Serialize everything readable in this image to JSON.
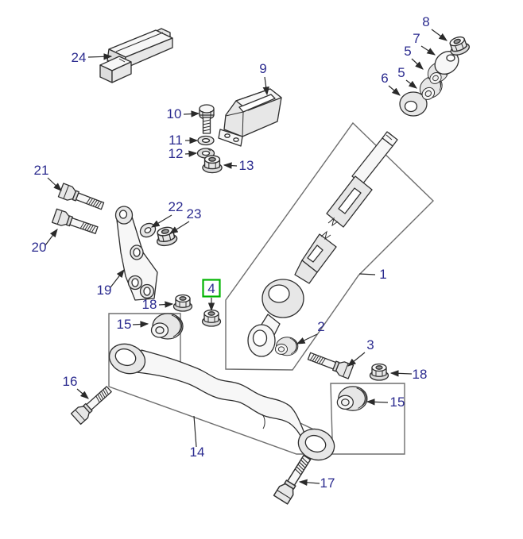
{
  "diagram": {
    "type": "exploded-parts-diagram",
    "highlighted_callout": "4",
    "colors": {
      "label": "#2b2b8f",
      "line": "#2a2a2a",
      "box": "#6e6e6e",
      "highlight": "#00b400",
      "background": "#ffffff"
    },
    "callouts": [
      {
        "id": "24",
        "text": "24"
      },
      {
        "id": "9",
        "text": "9"
      },
      {
        "id": "10",
        "text": "10"
      },
      {
        "id": "11",
        "text": "11"
      },
      {
        "id": "12",
        "text": "12"
      },
      {
        "id": "13",
        "text": "13"
      },
      {
        "id": "8",
        "text": "8"
      },
      {
        "id": "7",
        "text": "7"
      },
      {
        "id": "5-upper",
        "text": "5"
      },
      {
        "id": "5-lower",
        "text": "5"
      },
      {
        "id": "6",
        "text": "6"
      },
      {
        "id": "21",
        "text": "21"
      },
      {
        "id": "20",
        "text": "20"
      },
      {
        "id": "19",
        "text": "19"
      },
      {
        "id": "22",
        "text": "22"
      },
      {
        "id": "23",
        "text": "23"
      },
      {
        "id": "18-left",
        "text": "18"
      },
      {
        "id": "4",
        "text": "4"
      },
      {
        "id": "15-left",
        "text": "15"
      },
      {
        "id": "1",
        "text": "1"
      },
      {
        "id": "2",
        "text": "2"
      },
      {
        "id": "3",
        "text": "3"
      },
      {
        "id": "18-right",
        "text": "18"
      },
      {
        "id": "15-right",
        "text": "15"
      },
      {
        "id": "16",
        "text": "16"
      },
      {
        "id": "14",
        "text": "14"
      },
      {
        "id": "17",
        "text": "17"
      }
    ]
  }
}
